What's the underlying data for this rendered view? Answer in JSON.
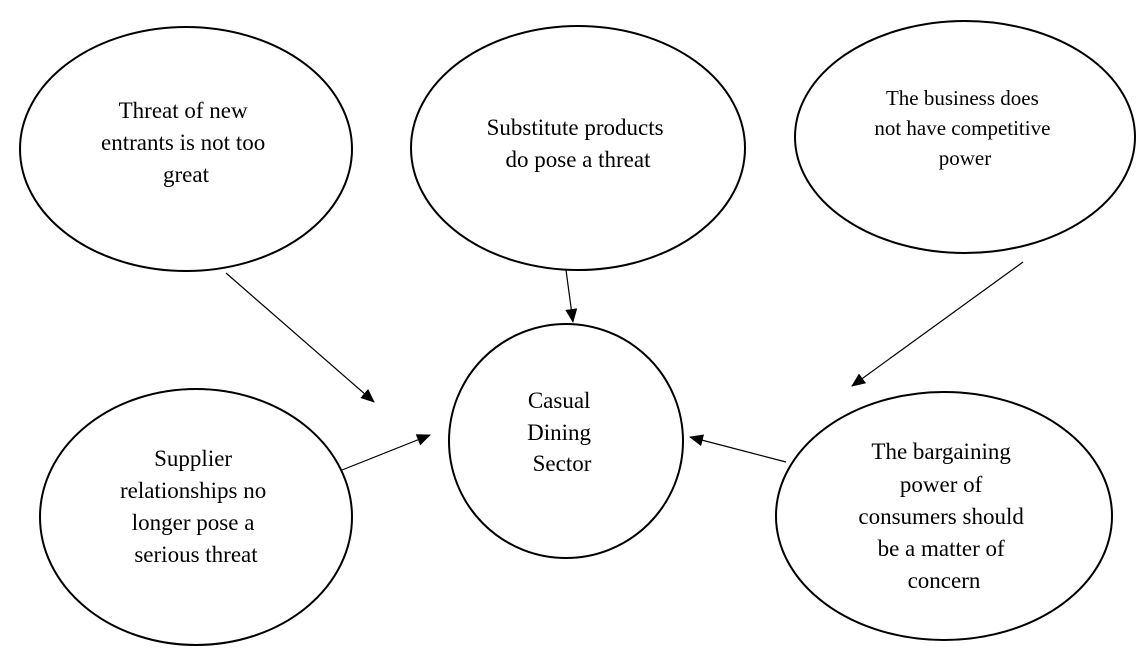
{
  "diagram": {
    "center": {
      "label_lines": [
        "Casual",
        "Dining",
        "Sector"
      ]
    },
    "nodes": [
      {
        "id": "new-entrants",
        "label_lines": [
          "Threat of new",
          "entrants is not too",
          "great"
        ]
      },
      {
        "id": "substitutes",
        "label_lines": [
          "Substitute products",
          "do pose a threat"
        ]
      },
      {
        "id": "competitive-power",
        "label_lines": [
          "The business does",
          "not have competitive",
          "power"
        ]
      },
      {
        "id": "supplier",
        "label_lines": [
          "Supplier",
          "relationships no",
          "longer pose a",
          "serious threat"
        ]
      },
      {
        "id": "consumers",
        "label_lines": [
          "The bargaining",
          "power of",
          "consumers should",
          "be a matter of",
          "concern"
        ]
      }
    ],
    "line_color": "#000000",
    "fill_color": "#ffffff"
  }
}
